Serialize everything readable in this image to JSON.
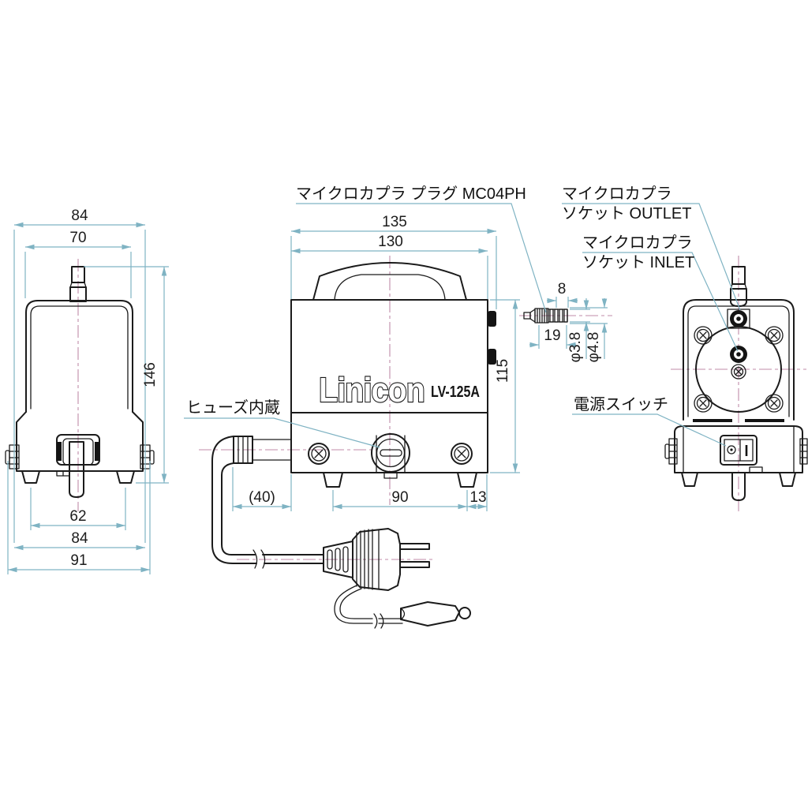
{
  "brand": {
    "logo": "Linicon",
    "model": "LV-125A"
  },
  "labels": {
    "coupler_plug": "マイクロカプラ プラグ MC04PH",
    "coupler_outlet_1": "マイクロカプラ",
    "coupler_outlet_2": "ソケット OUTLET",
    "coupler_inlet_1": "マイクロカプラ",
    "coupler_inlet_2": "ソケット INLET",
    "fuse": "ヒューズ内蔵",
    "power_switch": "電源スイッチ"
  },
  "dims": {
    "side_width_top": "84",
    "side_width_inner": "70",
    "side_height": "146",
    "side_feet_span": "62",
    "side_base_width": "84",
    "side_total_width": "91",
    "front_overall_width": "135",
    "front_body_width": "130",
    "front_height": "115",
    "cord_grip_len": "(40)",
    "front_feet_span": "90",
    "front_right_offset": "13",
    "plug_barb_len": "8",
    "plug_total_len": "19",
    "plug_dia_small": "φ3.8",
    "plug_dia_large": "φ4.8"
  },
  "colors": {
    "drawing_line": "#1b1b1b",
    "dimension_line": "#7fb3c3",
    "centerline": "#c08ba8",
    "background": "#ffffff"
  }
}
